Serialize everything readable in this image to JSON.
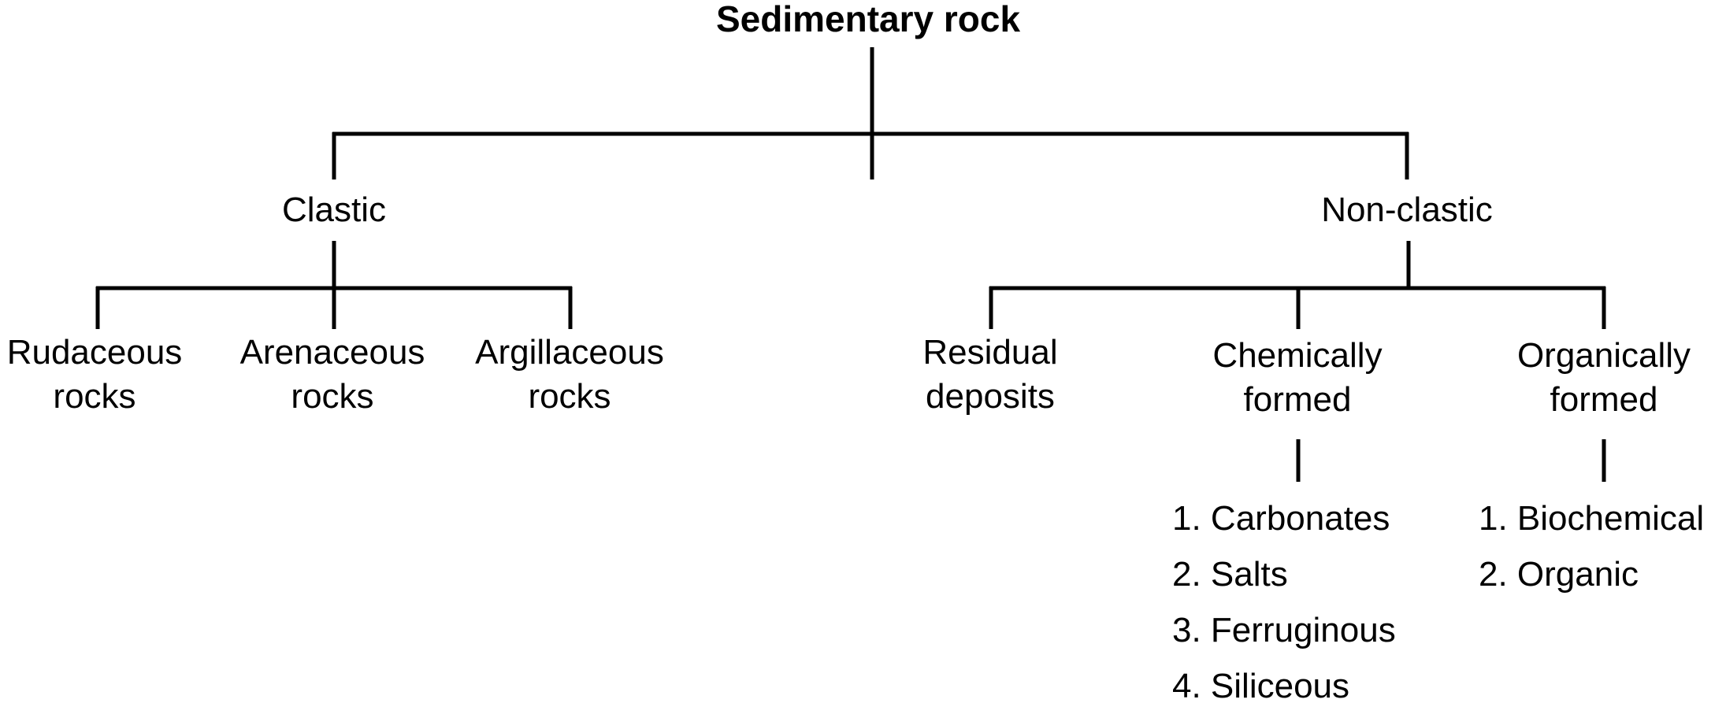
{
  "title": "Sedimentary rock",
  "branches": {
    "clastic": {
      "label": "Clastic",
      "children": [
        {
          "line1": "Rudaceous",
          "line2": "rocks"
        },
        {
          "line1": "Arenaceous",
          "line2": "rocks"
        },
        {
          "line1": "Argillaceous",
          "line2": "rocks"
        }
      ]
    },
    "non_clastic": {
      "label": "Non-clastic",
      "children": [
        {
          "line1": "Residual",
          "line2": "deposits"
        },
        {
          "line1": "Chemically",
          "line2": "formed",
          "items": [
            "1. Carbonates",
            "2. Salts",
            "3. Ferruginous",
            "4. Siliceous"
          ]
        },
        {
          "line1": "Organically",
          "line2": "formed",
          "items": [
            "1. Biochemical",
            "2. Organic"
          ]
        }
      ]
    }
  },
  "colors": {
    "line": "#000000",
    "text": "#000000",
    "background": "#ffffff"
  }
}
